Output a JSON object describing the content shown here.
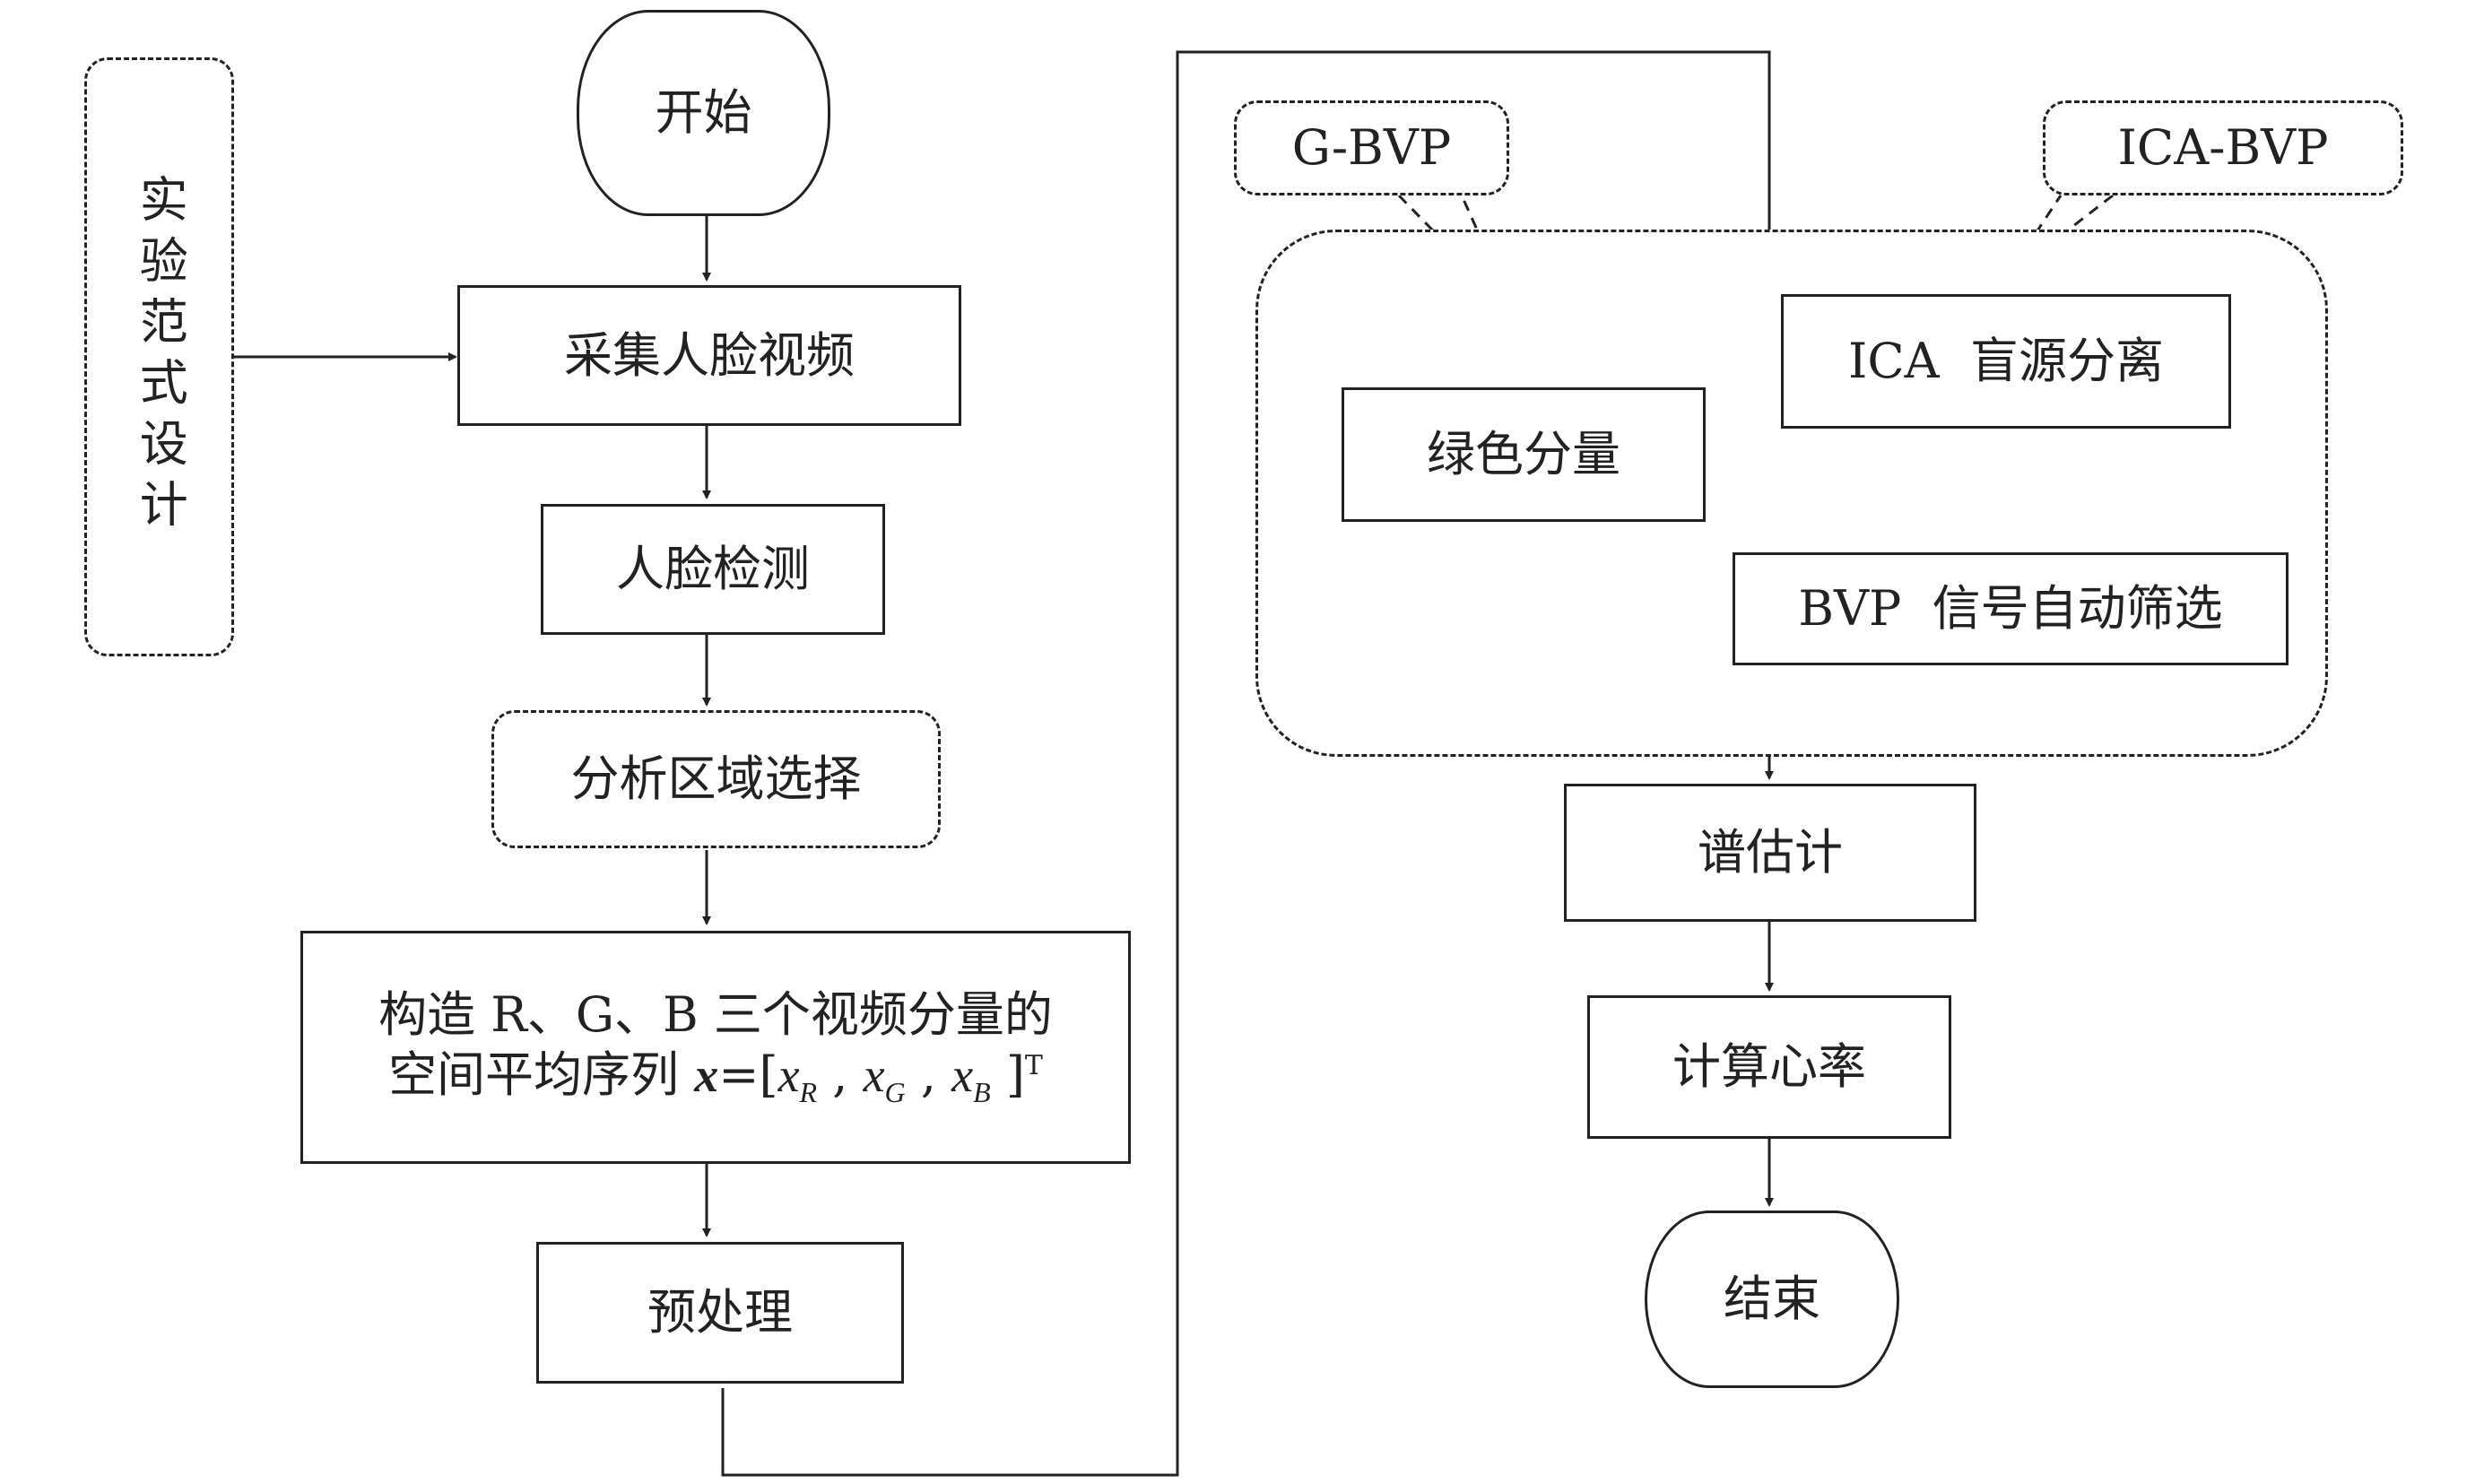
{
  "left_column": {
    "start": "开始",
    "capture_video": "采集人脸视频",
    "face_detect": "人脸检测",
    "roi_select": "分析区域选择",
    "construct_line1": "构造 R、G、B 三个视频分量的",
    "construct_line2_prefix": "空间平均序列 ",
    "construct_x": "x",
    "construct_eq": "=[",
    "construct_xr": "x",
    "construct_sub_r": "R",
    "construct_xg": "x",
    "construct_sub_g": "G",
    "construct_xb": "x",
    "construct_sub_b": "B",
    "construct_close": " ]",
    "construct_sup_t": "T",
    "comma": " , ",
    "preprocess": "预处理"
  },
  "side_box": {
    "paradigm_design": "实验范式设计"
  },
  "right_column": {
    "g_bvp_label": "G-BVP",
    "ica_bvp_label": "ICA-BVP",
    "green_component": "绿色分量",
    "ica_separation": "ICA  盲源分离",
    "bvp_auto_select": "BVP  信号自动筛选",
    "spectral_estimation": "谱估计",
    "compute_hr": "计算心率",
    "end": "结束"
  }
}
